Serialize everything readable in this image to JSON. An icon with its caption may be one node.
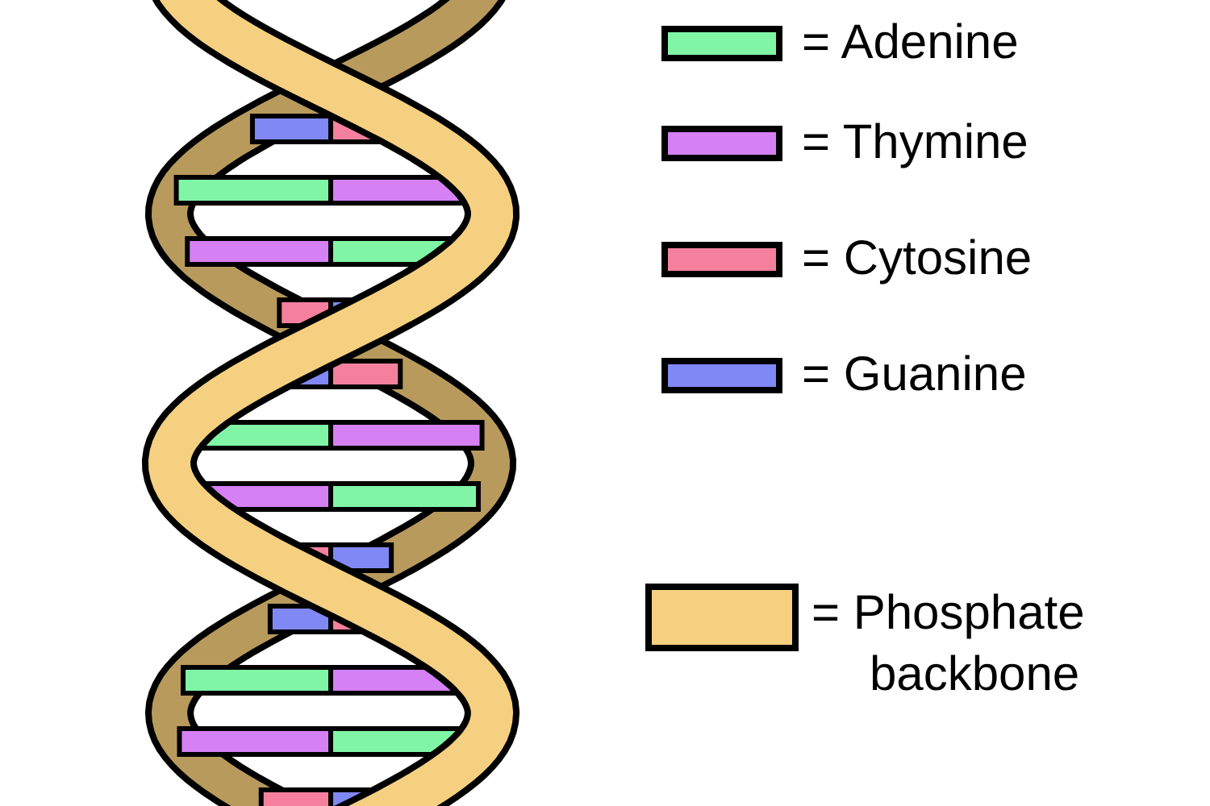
{
  "diagram": {
    "legend": [
      {
        "text": "= Adenine",
        "color": "#80f5a5"
      },
      {
        "text": "= Thymine",
        "color": "#d580f5"
      },
      {
        "text": "= Cytosine",
        "color": "#f5809e"
      },
      {
        "text": "= Guanine",
        "color": "#8088f5"
      },
      {
        "text": "= Phosphate backbone",
        "color": "#f5d080"
      }
    ]
  }
}
